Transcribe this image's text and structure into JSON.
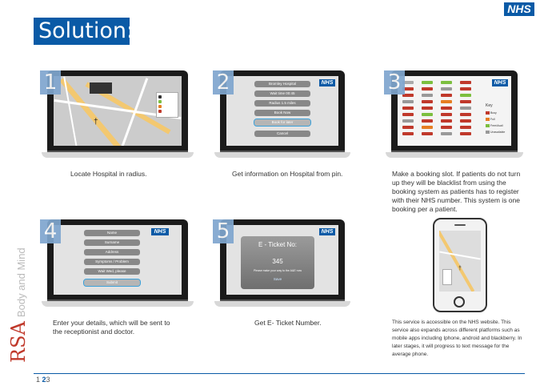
{
  "title": "Solution:",
  "brand": "NHS",
  "side_text": {
    "org": "RSA",
    "tagline": "Body and Mind"
  },
  "steps": [
    {
      "number": "1",
      "caption": "Locate Hospital in radius."
    },
    {
      "number": "2",
      "caption": "Get information on Hospital from pin.",
      "menu": [
        "Bromley Hospital",
        "Wait time 00:45",
        "Radius 1.5 miles",
        "Book Now",
        "Book for later",
        "Cancel"
      ]
    },
    {
      "number": "3",
      "caption": "Make a booking slot. If patients do not turn up they will be blacklist from using the booking system as patients has to register with their NHS number. This system is one booking per a patient.",
      "key": {
        "title": "Key",
        "items": [
          "Busy",
          "Full",
          "Free/Avail",
          "Unavailable"
        ]
      }
    },
    {
      "number": "4",
      "caption": "Enter your details, which will be sent to the receptionist and doctor.",
      "menu": [
        "Name",
        "Surname",
        "Address",
        "Symptoms / Problem",
        "Wait Wed, please",
        "Submit"
      ]
    },
    {
      "number": "5",
      "caption": "Get E- Ticket Number.",
      "ticket": {
        "heading": "E - Ticket No:",
        "number": "345",
        "message": "Please make your way to the A&E now",
        "save": "Save"
      }
    }
  ],
  "mobile_caption": "This service is accessible on the NHS website. This service also expands across different platforms such as mobile apps including Iphone, android and blackberry. In later stages, it will progress to text message for the average phone.",
  "pager": {
    "pages": [
      "1",
      "2",
      "3"
    ],
    "current": "2"
  },
  "colors": {
    "nhs_blue": "#0a5aa6",
    "busy": "#c0392b",
    "full": "#e67e22",
    "free": "#7cbf3f",
    "unavailable": "#999999"
  }
}
